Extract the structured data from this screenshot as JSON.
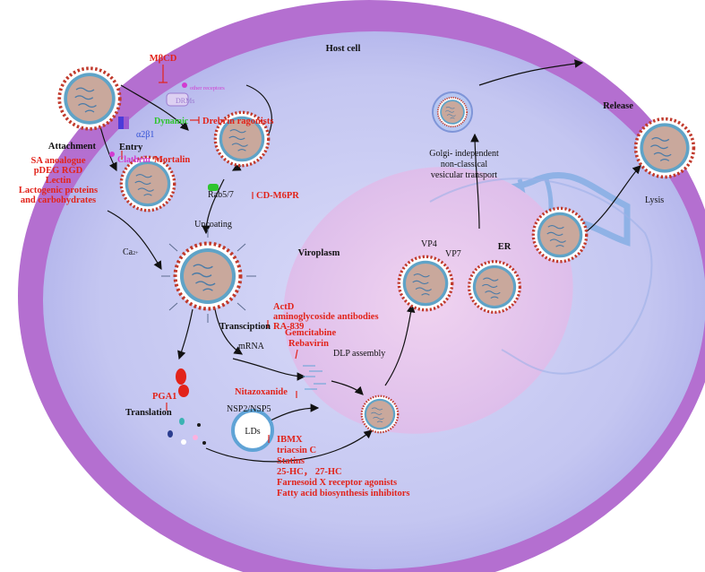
{
  "regions": {
    "host_cell": "Host cell",
    "viroplasm": "Viroplasm",
    "er": "ER"
  },
  "steps": {
    "attachment": "Attachment",
    "entry": "Entry",
    "uncoating": "Uncoating",
    "transcription": "Transciption",
    "translation": "Translation",
    "dlp_assembly": "DLP assembly",
    "release": "Release",
    "lysis": "Lysis",
    "golgi_line1": "Golgi- independent",
    "golgi_line2": "non-classical",
    "golgi_line3": "vesicular transport"
  },
  "molecules": {
    "drms": "DRMs",
    "other_receptors": "other receptors",
    "dynamic": "Dynamic",
    "a2b1": "α2β1",
    "clathrin": "Clathrin",
    "ca": "Ca",
    "ca_sup": "2+",
    "rab": "Rab5/7",
    "mrna": "mRNA",
    "nsp": "NSP2/NSP5",
    "lds": "LDs",
    "vp4": "VP4",
    "vp7": "VP7"
  },
  "inhibitors": {
    "mbcd": "MβCD",
    "drebrin": "Drebrin ragonists",
    "mortalin": "Mortalin",
    "attachment_list": [
      "SA anoalogue",
      "pDEG RGD",
      "Lectin",
      "Lactogenic proteins",
      "and carbohydrates"
    ],
    "cd_m6pr": "CD-M6PR",
    "transcription_list": [
      "ActD",
      "aminoglycoside antibodies",
      "RA-839"
    ],
    "gemcitabine": "Gemcitabine",
    "rebavirin": "Rebavirin",
    "pga1": "PGA1",
    "nitazoxanide": "Nitazoxanide",
    "lds_list": [
      "IBMX",
      "triacsin C",
      "Statins",
      "25-HC， 27-HC",
      "Farnesoid X receptor agonists",
      "Fatty acid biosynthesis inhibitors"
    ]
  },
  "colors": {
    "outer_membrane": "#b46fd0",
    "cytoplasm": "#c7c9f3",
    "viroplasm": "#e6c7ee",
    "er": "#8fb2e6",
    "virus_core": "#c9a89c",
    "spike": "#c0392b",
    "drug_text": "#e2231a"
  }
}
